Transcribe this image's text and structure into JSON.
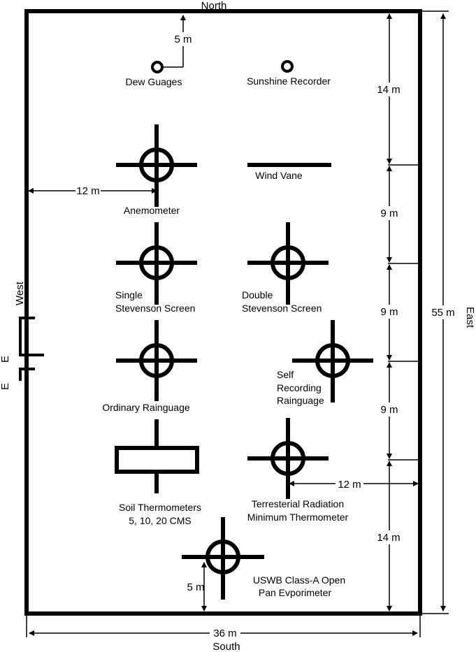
{
  "directions": {
    "north": "North",
    "south": "South",
    "east": "East",
    "west": "West",
    "entrance": "E"
  },
  "dimensions": {
    "dew_offset": "5 m",
    "west_offset": "12 m",
    "width": "36 m",
    "length": "55 m",
    "east_1": "14 m",
    "east_2": "9 m",
    "east_3": "9 m",
    "east_4": "9 m",
    "east_5": "14 m",
    "terrestrial_offset": "12 m",
    "south_offset": "5 m"
  },
  "instruments": {
    "dew": "Dew Guages",
    "sunshine": "Sunshine Recorder",
    "anemometer": "Anemometer",
    "wind_vane": "Wind Vane",
    "single_line1": "Single",
    "single_line2": "Stevenson Screen",
    "double_line1": "Double",
    "double_line2": "Stevenson Screen",
    "ordinary": "Ordinary Rainguage",
    "self_line1": "Self",
    "self_line2": "Recording",
    "self_line3": "Rainguage",
    "soil_line1": "Soil Thermometers",
    "soil_line2": "5, 10, 20 CMS",
    "terr_line1": "Terresterial Radiation",
    "terr_line2": "Minimum Thermometer",
    "pan_line1": "USWB Class-A Open",
    "pan_line2": "Pan Evporimeter"
  }
}
